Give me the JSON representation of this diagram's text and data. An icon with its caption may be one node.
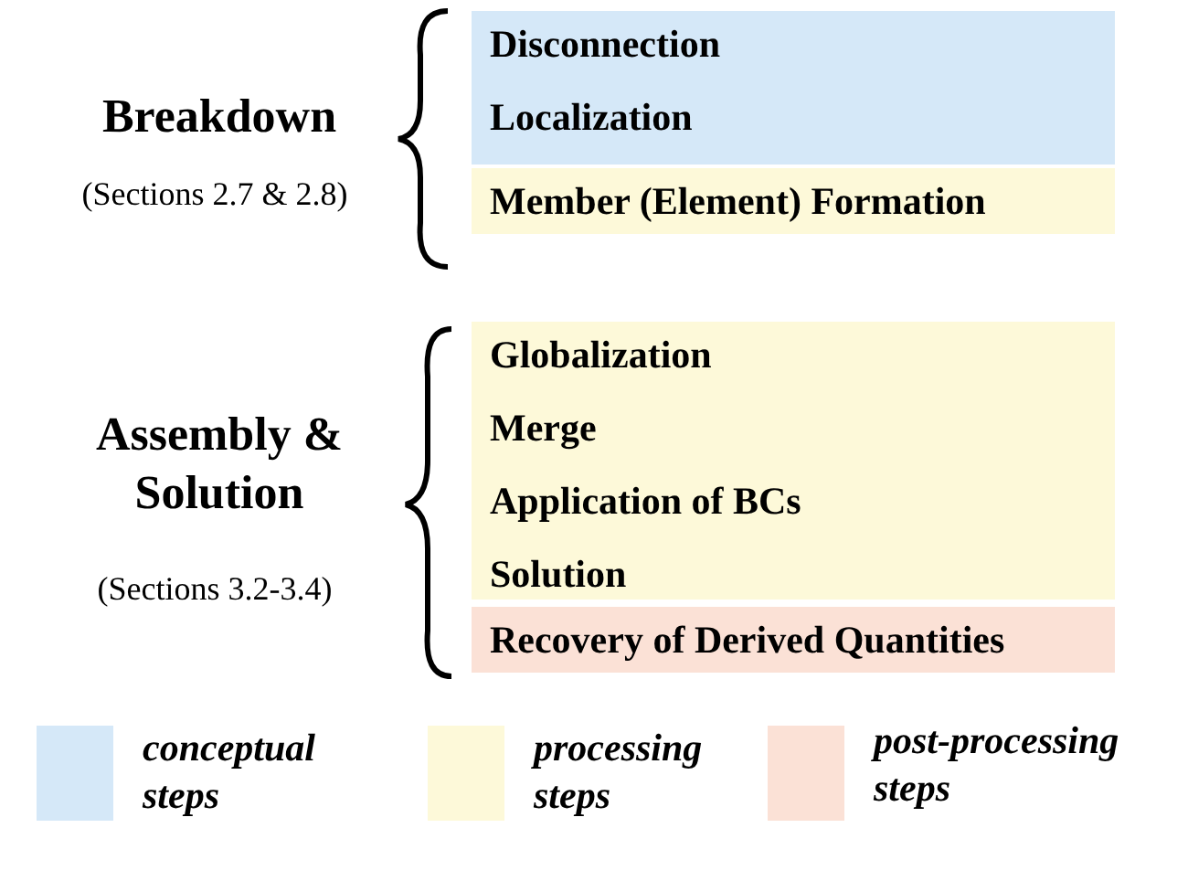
{
  "diagram": {
    "nodes": [
      {
        "text": [
          "Disconnection",
          "Localization"
        ]
      },
      {
        "text": [
          "Member (Element) Formation"
        ]
      },
      {
        "text": [
          "Globalization",
          "Merge",
          "Application of BCs",
          "Solution"
        ]
      },
      {
        "text": [
          "Recovery of Derived Quantities"
        ]
      }
    ],
    "labels": [
      "Breakdown",
      "(Sections 2.7 & 2.8)",
      "Assembly & Solution",
      "(Sections 3.2-3.4)"
    ],
    "legend": [
      {
        "text": "conceptual steps",
        "color": "#d5e8f8"
      },
      {
        "text": "processing steps",
        "color": "#fdf9d9"
      },
      {
        "text": "post-processing steps",
        "color": "#fbe1d6"
      }
    ]
  }
}
